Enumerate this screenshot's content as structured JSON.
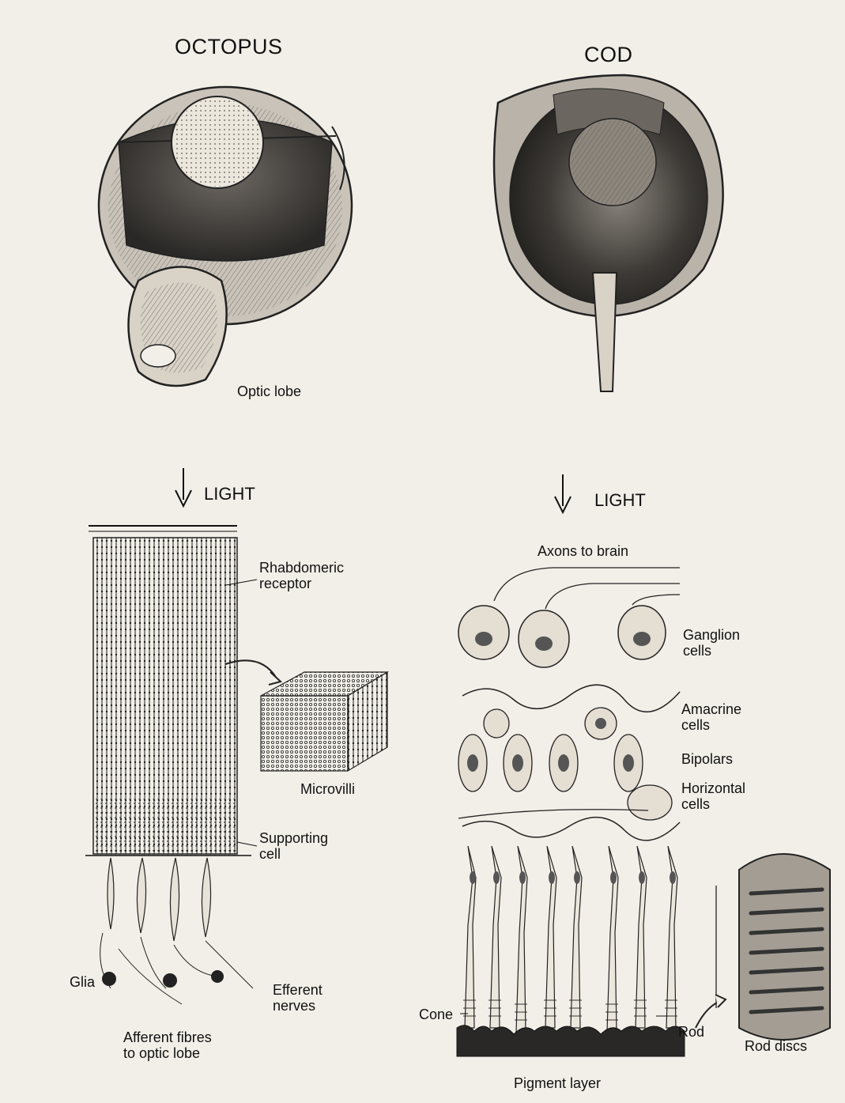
{
  "titles": {
    "octopus": "OCTOPUS",
    "cod": "COD"
  },
  "light_labels": {
    "octopus": "LIGHT",
    "cod": "LIGHT"
  },
  "octopus_labels": {
    "optic_lobe": "Optic lobe",
    "rhabdomeric_receptor": "Rhabdomeric\nreceptor",
    "microvilli": "Microvilli",
    "supporting_cell": "Supporting\ncell",
    "glia": "Glia",
    "efferent_nerves": "Efferent\nnerves",
    "afferent_fibres": "Afferent fibres\nto optic lobe"
  },
  "cod_labels": {
    "axons_to_brain": "Axons to brain",
    "ganglion_cells": "Ganglion\ncells",
    "amacrine_cells": "Amacrine\ncells",
    "bipolars": "Bipolars",
    "horizontal_cells": "Horizontal\ncells",
    "cone": "Cone",
    "rod": "Rod",
    "rod_discs": "Rod discs",
    "pigment_layer": "Pigment layer"
  },
  "colors": {
    "paper": "#f2efe8",
    "ink": "#1a1a1a",
    "shade": "#5a5550",
    "dark": "#2a2826"
  }
}
